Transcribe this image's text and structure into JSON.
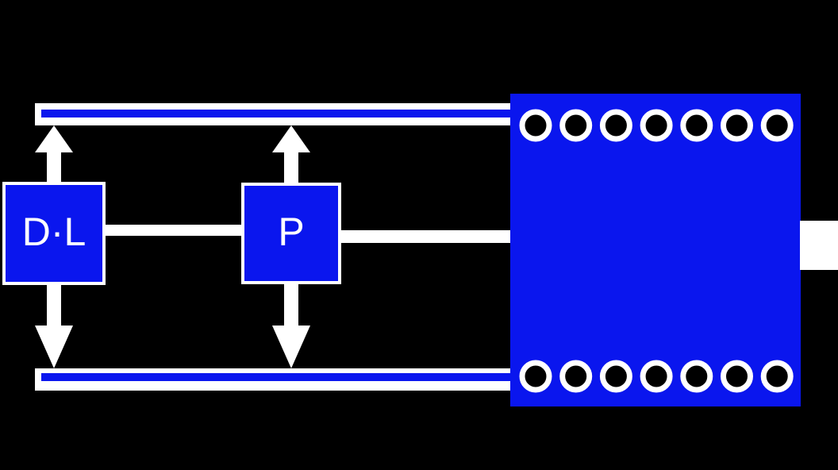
{
  "colors": {
    "background": "#000000",
    "blue": "#0a16ee",
    "white": "#ffffff"
  },
  "blocks": {
    "dl": {
      "label": "D·L"
    },
    "p": {
      "label": "P"
    }
  },
  "chip": {
    "top_pins": 7,
    "bottom_pins": 7
  }
}
